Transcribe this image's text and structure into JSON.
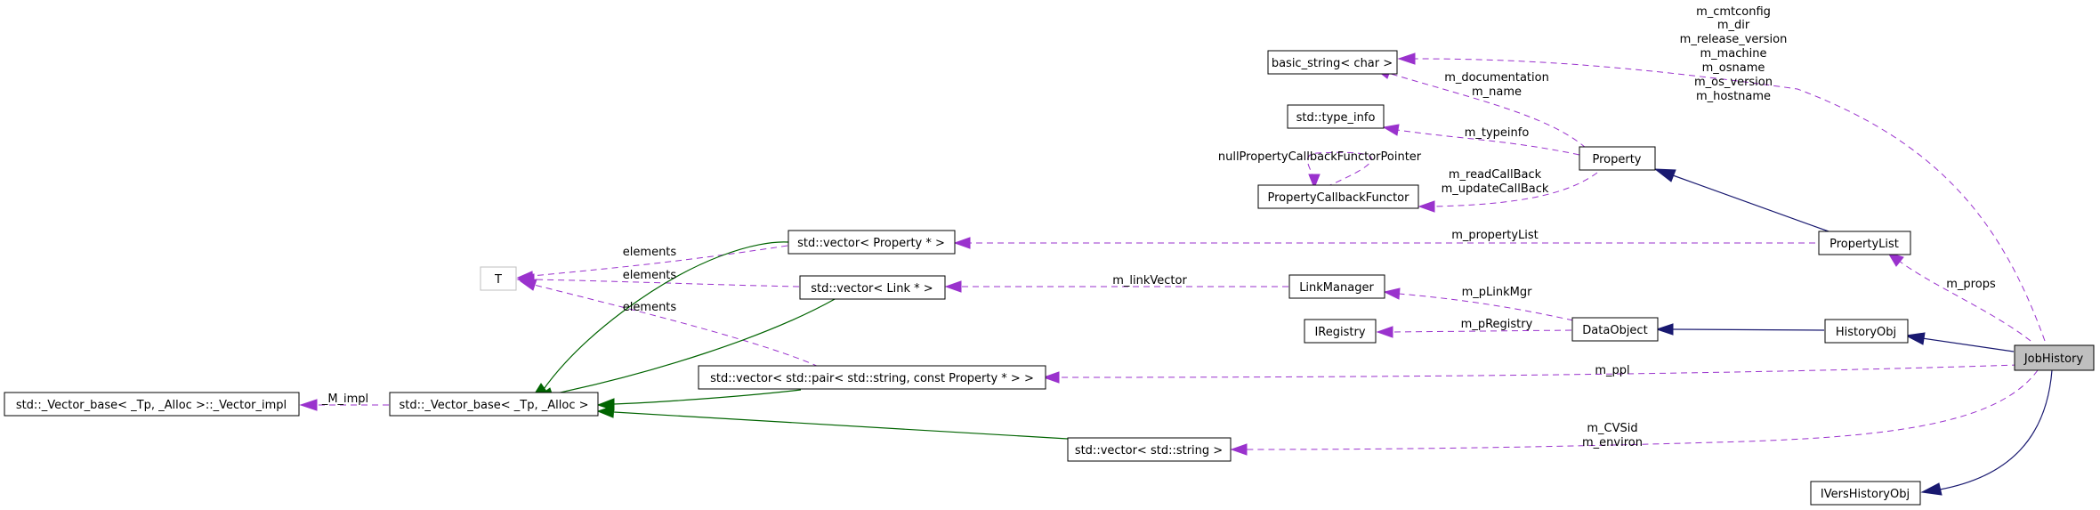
{
  "diagram": {
    "nodes": {
      "basic_string": "basic_string< char >",
      "type_info": "std::type_info",
      "property": "Property",
      "callback_functor": "PropertyCallbackFunctor",
      "vector_property": "std::vector< Property * >",
      "property_list": "PropertyList",
      "t_param": "T",
      "vector_link": "std::vector< Link * >",
      "link_manager": "LinkManager",
      "iregistry": "IRegistry",
      "data_object": "DataObject",
      "history_obj": "HistoryObj",
      "job_history": "JobHistory",
      "vector_pair": "std::vector< std::pair< std::string, const Property * > >",
      "vector_base_impl": "std::_Vector_base< _Tp, _Alloc >::_Vector_impl",
      "vector_base": "std::_Vector_base< _Tp, _Alloc >",
      "vector_string": "std::vector< std::string >",
      "ivers_history_obj": "IVersHistoryObj"
    },
    "edge_labels": {
      "job_strings": [
        "m_cmtconfig",
        "m_dir",
        "m_release_version",
        "m_machine",
        "m_osname",
        "m_os_version",
        "m_hostname"
      ],
      "prop_strings": [
        "m_documentation",
        "m_name"
      ],
      "typeinfo": "m_typeinfo",
      "null_callback": "nullPropertyCallbackFunctorPointer",
      "callbacks": [
        "m_readCallBack",
        "m_updateCallBack"
      ],
      "property_list": "m_propertyList",
      "elements_1": "elements",
      "elements_2": "elements",
      "elements_3": "elements",
      "link_vector": "m_linkVector",
      "plink_mgr": "m_pLinkMgr",
      "preg": "m_pRegistry",
      "props": "m_props",
      "ppl": "m_ppl",
      "m_impl": "_M_impl",
      "environ": [
        "m_CVSid",
        "m_environ"
      ]
    }
  }
}
